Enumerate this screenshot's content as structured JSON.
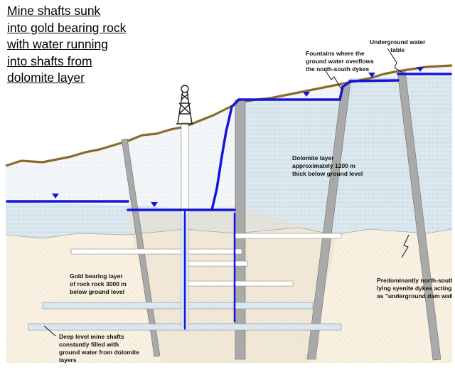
{
  "title_lines": [
    "Mine shafts sunk",
    "into gold bearing rock",
    "with water running",
    "into shafts from",
    "dolomite layer"
  ],
  "labels": {
    "underground_water_table": [
      "Underground water",
      "table"
    ],
    "fountains": [
      "Fountains where the",
      "ground water overflows",
      "the north-south dykes"
    ],
    "dolomite_layer": [
      "Dolomite layer",
      "approximately 1200 m",
      "thick below ground level"
    ],
    "gold_bearing_layer": [
      "Gold bearing layer",
      "of rock rock 3000 m",
      "below ground level"
    ],
    "syenite_dykes": [
      "Predominantly north-south",
      "lying syenite dykes acting",
      "as \"underground dam walls\""
    ],
    "deep_level_shafts": [
      "Deep level mine shafts",
      "constantly filled with",
      "ground water from dolomite",
      "layers"
    ]
  },
  "colors": {
    "water": "#1414dc",
    "ground_surface": "#8a6a2c",
    "dolomite_fill": "#e6eff4",
    "gold_rock_fill": "#f8f1e2",
    "dyke": "#a9a9a9"
  }
}
